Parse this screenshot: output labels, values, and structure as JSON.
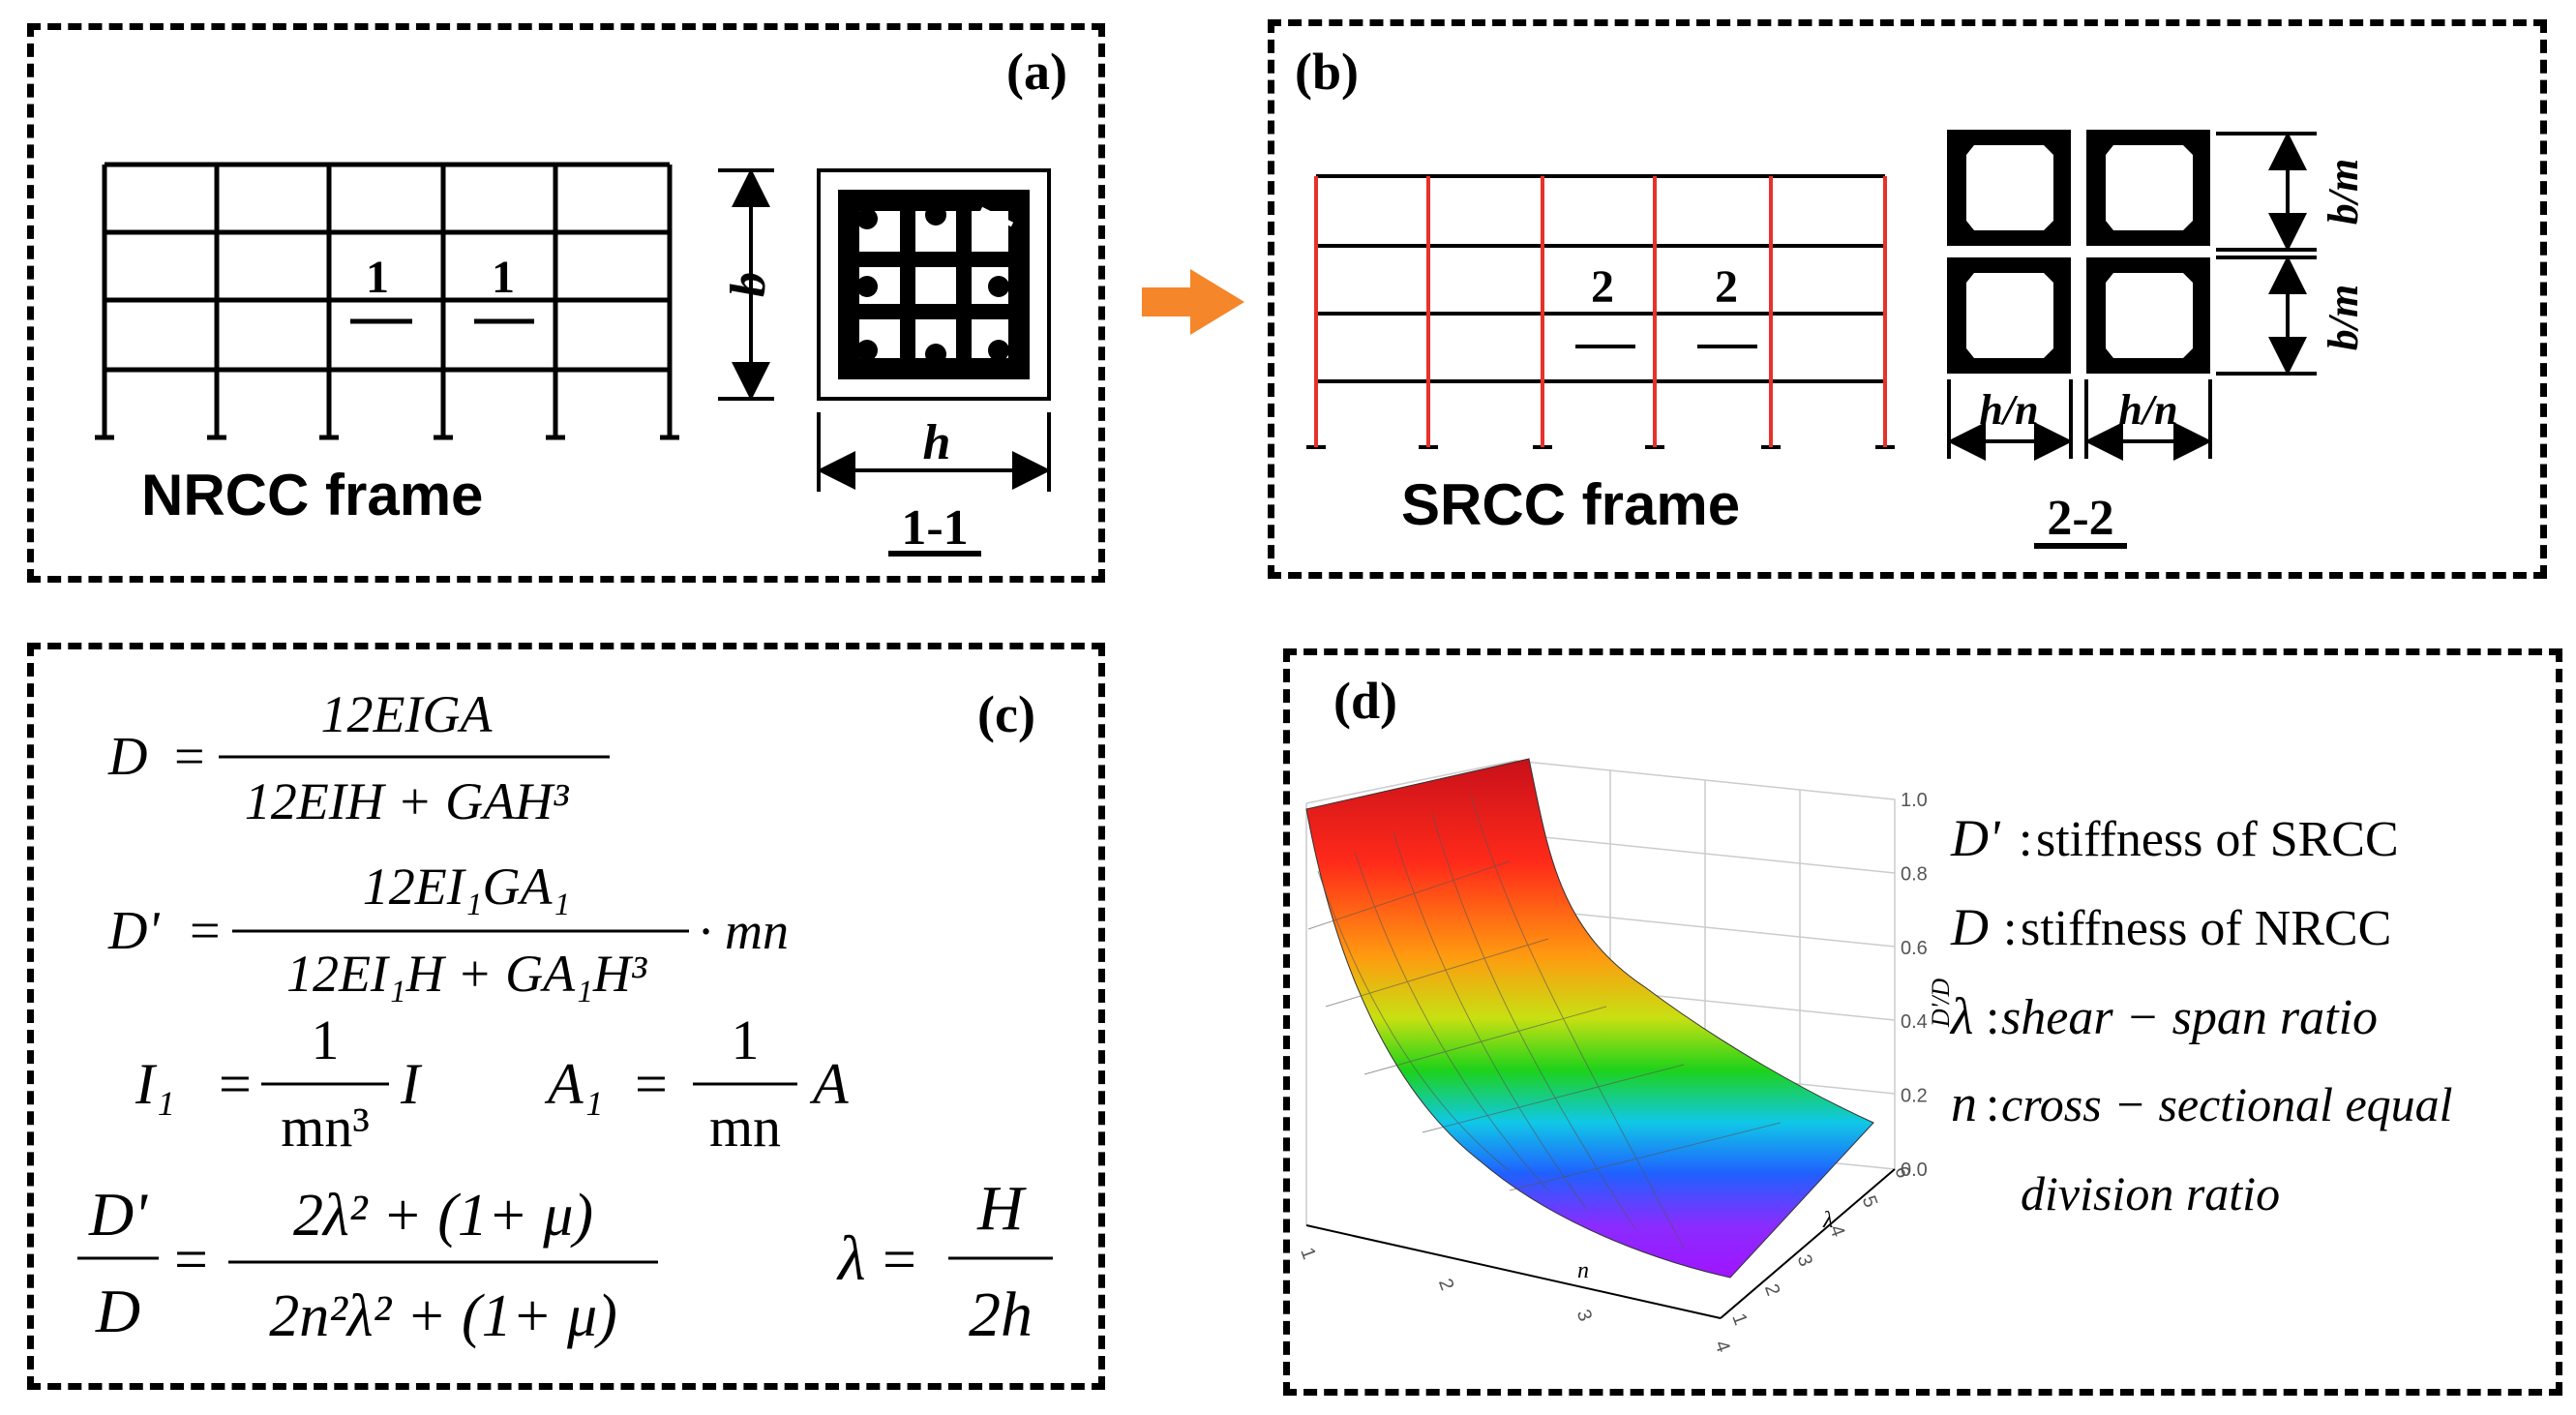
{
  "panel_a": {
    "tag": "(a)",
    "frame_label": "NRCC frame",
    "section_marker": "1",
    "dim_height": "b",
    "dim_width": "h",
    "section_label": "1-1"
  },
  "panel_b": {
    "tag": "(b)",
    "frame_label": "SRCC frame",
    "section_marker": "2",
    "dim_height": "b/m",
    "dim_width": "h/n",
    "section_label": "2-2",
    "accent_color": "#e8312b"
  },
  "arrow_color": "#f5862a",
  "panel_c": {
    "tag": "(c)",
    "eq1": {
      "lhs": "D",
      "num": "12EIGA",
      "den": "12EIH + GAH³"
    },
    "eq2": {
      "lhs": "D'",
      "num": "12EI₁GA₁",
      "den": "12EI₁H + GA₁H³",
      "factor": "· mn"
    },
    "eq3": {
      "lhs": "I₁",
      "num": "1",
      "den": "mn³",
      "tail": "I"
    },
    "eq4": {
      "lhs": "A₁",
      "num": "1",
      "den": "mn",
      "tail": "A"
    },
    "eq5": {
      "lhs_num": "D'",
      "lhs_den": "D",
      "num": "2λ² + (1+ μ)",
      "den": "2n²λ² + (1+ μ)"
    },
    "eq6": {
      "lhs": "λ",
      "num": "H",
      "den": "2h"
    }
  },
  "panel_d": {
    "tag": "(d)",
    "z_axis_label": "D'/D",
    "z_ticks": [
      "0.0",
      "0.2",
      "0.4",
      "0.6",
      "0.8",
      "1.0"
    ],
    "x_axis_label": "n",
    "x_ticks": [
      "1",
      "2",
      "3",
      "4"
    ],
    "y_axis_label": "λ",
    "y_ticks": [
      "1",
      "2",
      "3",
      "4",
      "5",
      "6"
    ],
    "legend": [
      {
        "symbol": "D'",
        "text": "stiffness of SRCC"
      },
      {
        "symbol": "D",
        "text": "stiffness of NRCC"
      },
      {
        "symbol": "λ",
        "text": "shear − span ratio"
      },
      {
        "symbol": "n",
        "text": "cross − sectional equal"
      },
      {
        "symbol": "",
        "text": "division ratio"
      }
    ]
  }
}
